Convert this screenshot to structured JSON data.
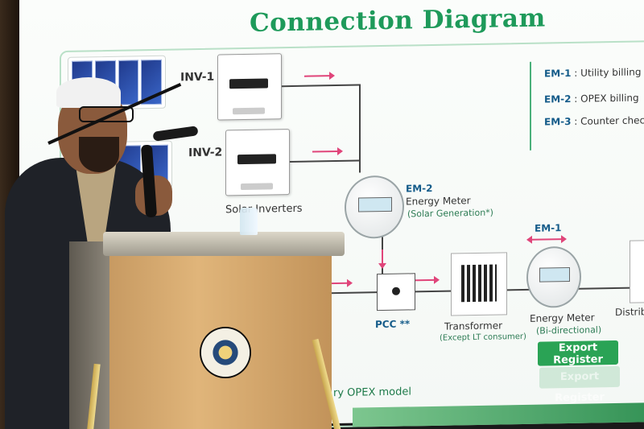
{
  "slide": {
    "title": "Connection Diagram",
    "inv1": "INV-1",
    "inv2": "INV-2",
    "solar_inverters": "Solar Inverters",
    "em2_tag": "EM-2",
    "em2_name": "Energy Meter",
    "em2_note": "(Solar Generation*)",
    "em1_tag": "EM-1",
    "em1_name": "Energy Meter",
    "em1_note": "(Bi-directional)",
    "pcc": "PCC **",
    "transformer": "Transformer",
    "transformer_note": "(Except LT consumer)",
    "distribution": "Distribu",
    "bottom_note": "ry OPEX model",
    "legend": [
      {
        "tag": "EM-1",
        "text": ": Utility billing"
      },
      {
        "tag": "EM-2",
        "text": ": OPEX billing"
      },
      {
        "tag": "EM-3",
        "text": ": Counter checking"
      }
    ],
    "export_button": "Export Register",
    "export_reflection": "Export Register"
  },
  "colors": {
    "title_green": "#1e9a5a",
    "arrow_pink": "#e0457a",
    "button_green": "#2aa355"
  }
}
